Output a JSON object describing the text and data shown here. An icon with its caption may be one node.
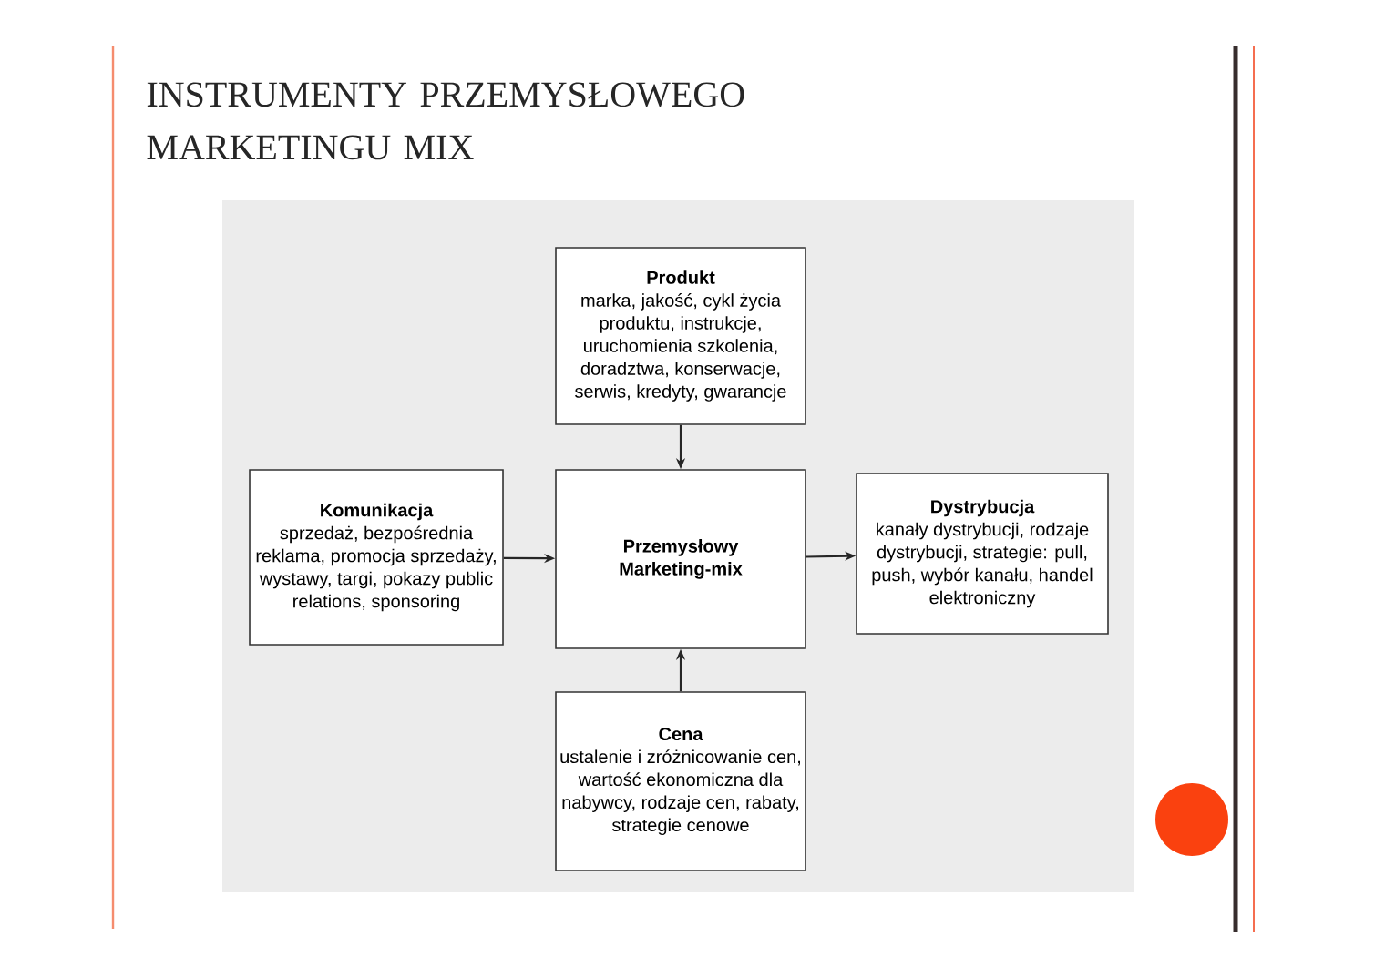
{
  "diagram": {
    "title": "INSTRUMENTY PRZEMYSŁOWEGO MARKETINGU MIX",
    "nodes": [
      {
        "text": [
          "Produkt",
          "marka, jakość, cykl życia produktu, instrukcje, uruchomienia szkolenia, doradztwa, konserwacje, serwis, kredyty, gwarancje"
        ]
      },
      {
        "text": [
          "Komunikacja",
          "sprzedaż, bezpośrednia reklama, promocja sprzedaży, wystawy, targi, pokazy public relations, sponsoring"
        ]
      },
      {
        "text": [
          "Przemysłowy Marketing-mix"
        ]
      },
      {
        "text": [
          "Dystrybucja",
          "kanały dystrybucji, rodzaje dystrybucji, strategie: pull, push, wybór kanału, handel elektroniczny"
        ]
      },
      {
        "text": [
          "Cena",
          "ustalenie i zróżnicowanie cen, wartość ekonomiczna dla nabywcy, rodzaje cen, rabaty, strategie cenowe"
        ]
      }
    ],
    "edges": [
      {
        "from": 0,
        "to": 2,
        "arrow": "to"
      },
      {
        "from": 1,
        "to": 2,
        "arrow": "to"
      },
      {
        "from": 2,
        "to": 3,
        "arrow": "to"
      },
      {
        "from": 4,
        "to": 2,
        "arrow": "to"
      }
    ]
  }
}
